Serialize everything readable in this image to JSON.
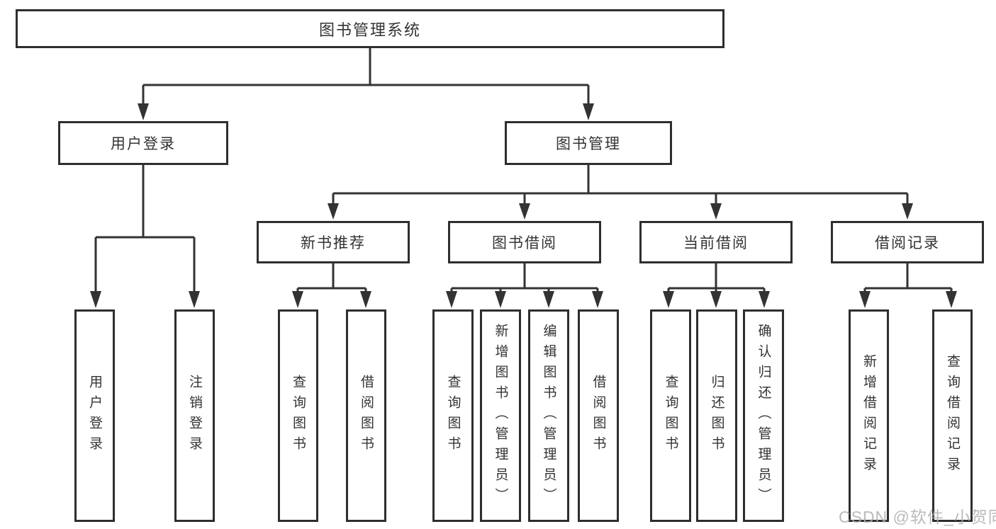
{
  "diagram_title": "图书管理系统",
  "nodes": {
    "root": "图书管理系统",
    "user_login": "用户登录",
    "book_mgmt": "图书管理",
    "new_book_rec": "新书推荐",
    "book_borrow": "图书借阅",
    "current_borrow": "当前借阅",
    "borrow_record": "借阅记录",
    "leaf_user_login": "用户登录",
    "leaf_logout": "注销登录",
    "leaf_nb_query": "查询图书",
    "leaf_nb_borrow": "借阅图书",
    "leaf_bb_query": "查询图书",
    "leaf_bb_add": "新增图书（管理员）",
    "leaf_bb_edit": "编辑图书（管理员）",
    "leaf_bb_borrow": "借阅图书",
    "leaf_cb_query": "查询图书",
    "leaf_cb_return": "归还图书",
    "leaf_cb_confirm": "确认归还（管理员）",
    "leaf_br_add": "新增借阅记录",
    "leaf_br_query": "查询借阅记录"
  },
  "edges": [
    {
      "from": "root",
      "to": [
        "user_login",
        "book_mgmt"
      ]
    },
    {
      "from": "user_login",
      "to": [
        "leaf_user_login",
        "leaf_logout"
      ]
    },
    {
      "from": "book_mgmt",
      "to": [
        "new_book_rec",
        "book_borrow",
        "current_borrow",
        "borrow_record"
      ]
    },
    {
      "from": "new_book_rec",
      "to": [
        "leaf_nb_query",
        "leaf_nb_borrow"
      ]
    },
    {
      "from": "book_borrow",
      "to": [
        "leaf_bb_query",
        "leaf_bb_add",
        "leaf_bb_edit",
        "leaf_bb_borrow"
      ]
    },
    {
      "from": "current_borrow",
      "to": [
        "leaf_cb_query",
        "leaf_cb_return",
        "leaf_cb_confirm"
      ]
    },
    {
      "from": "borrow_record",
      "to": [
        "leaf_br_add",
        "leaf_br_query"
      ]
    }
  ],
  "watermark": "CSDN @软件_小贺同学",
  "colors": {
    "line": "#333333",
    "border": "#2e2e2e",
    "text": "#333333",
    "watermark": "#afafaf",
    "background": "#ffffff"
  }
}
